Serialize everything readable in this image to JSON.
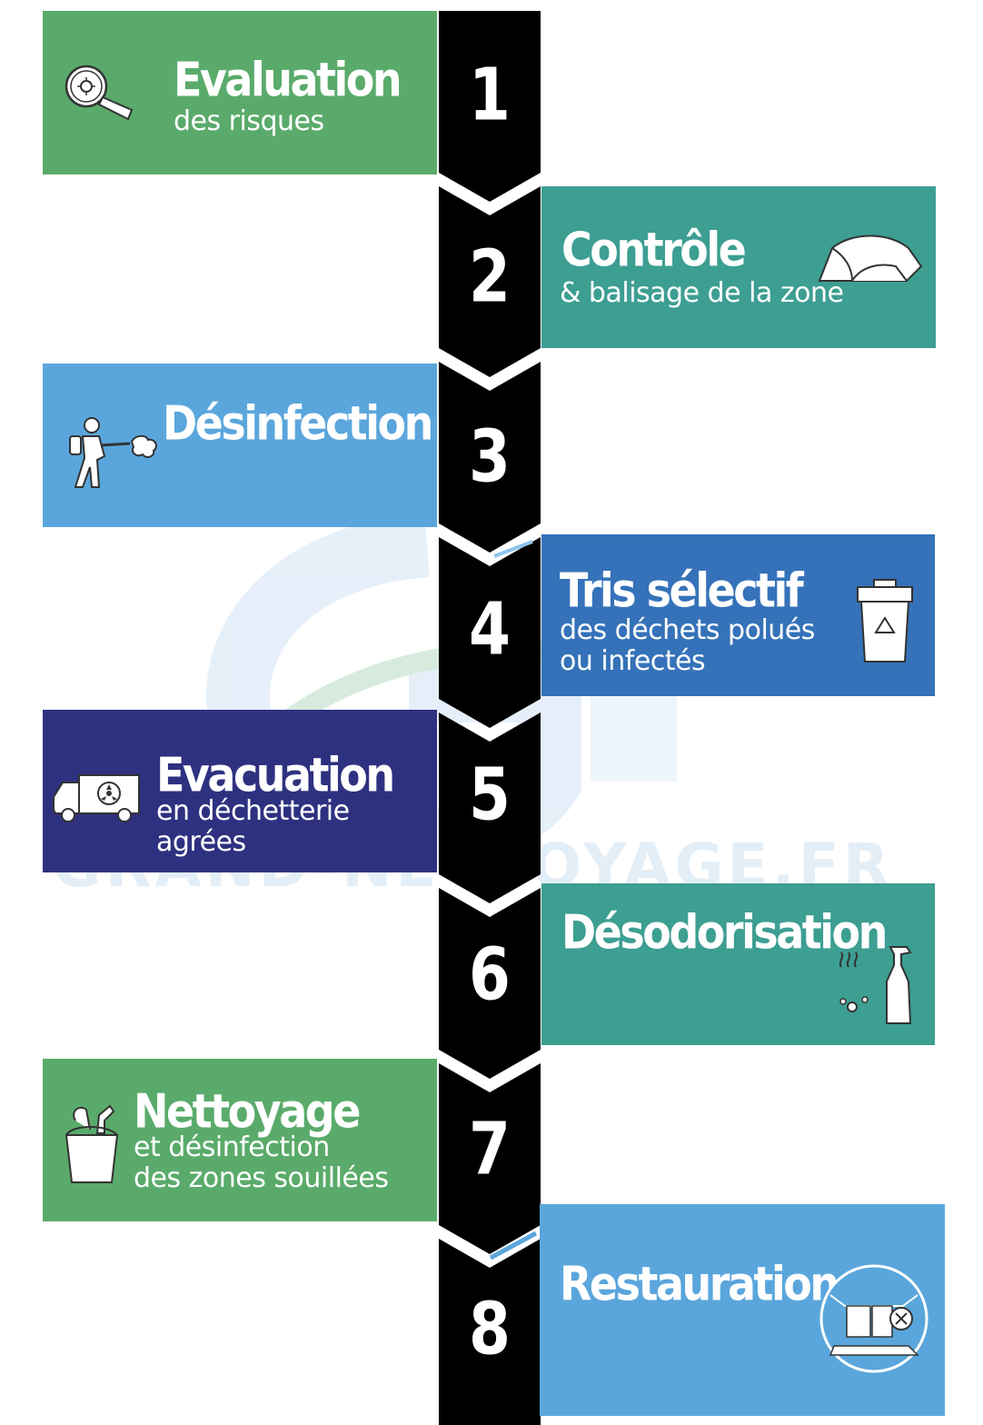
{
  "colors": {
    "green": "#5aab6b",
    "teal": "#3d9e92",
    "light_blue": "#5aa6dc",
    "medium_blue": "#3572b9",
    "navy": "#2e3180",
    "spine": "#000000"
  },
  "watermark": {
    "text": "GRAND-NETTOYAGE.FR"
  },
  "steps": [
    {
      "number": "1",
      "title": "Evaluation",
      "subtitle_lines": [
        "des risques"
      ],
      "icon": "magnifier-virus-icon",
      "color": "#5aab6b"
    },
    {
      "number": "2",
      "title": "Contrôle",
      "subtitle_lines": [
        "&  balisage de la zone"
      ],
      "icon": "tent-enclosure-icon",
      "color": "#3d9e92"
    },
    {
      "number": "3",
      "title": "Désinfection",
      "subtitle_lines": [],
      "icon": "sprayer-person-icon",
      "color": "#5aa6dc"
    },
    {
      "number": "4",
      "title": "Tris sélectif",
      "subtitle_lines": [
        "des déchets polués",
        "ou infectés"
      ],
      "icon": "recycle-bin-icon",
      "color": "#3572b9"
    },
    {
      "number": "5",
      "title": "Evacuation",
      "subtitle_lines": [
        "en déchetterie",
        "agrées"
      ],
      "icon": "biohazard-truck-icon",
      "color": "#2e3180"
    },
    {
      "number": "6",
      "title": "Désodorisation",
      "subtitle_lines": [],
      "icon": "deodorizer-spray-icon",
      "color": "#3d9e92"
    },
    {
      "number": "7",
      "title": "Nettoyage",
      "subtitle_lines": [
        "et désinfection",
        "des zones souillées"
      ],
      "icon": "cleaning-bucket-icon",
      "color": "#5aab6b"
    },
    {
      "number": "8",
      "title": "Restauration",
      "subtitle_lines": [],
      "icon": "room-repair-icon",
      "color": "#5aa6dc"
    }
  ]
}
